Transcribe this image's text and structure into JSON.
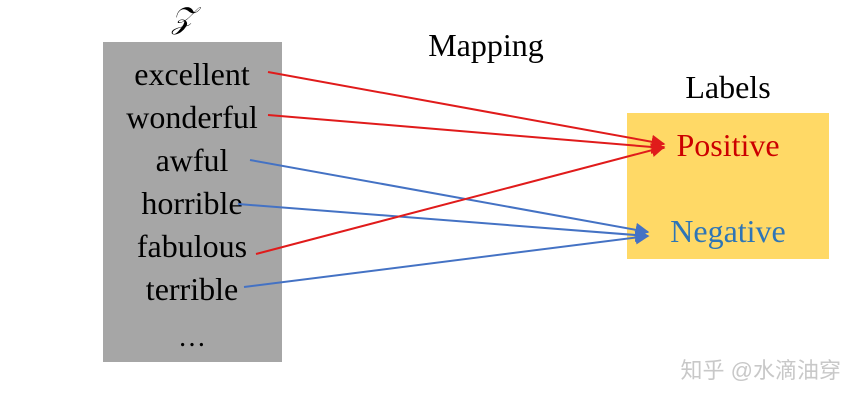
{
  "vocab_symbol": "𝒵",
  "mapping_title": "Mapping",
  "labels_title": "Labels",
  "words": [
    "excellent",
    "wonderful",
    "awful",
    "horrible",
    "fabulous",
    "terrible"
  ],
  "ellipsis": "…",
  "labels": {
    "positive": "Positive",
    "negative": "Negative"
  },
  "mapping": {
    "excellent": "positive",
    "wonderful": "positive",
    "awful": "negative",
    "horrible": "negative",
    "fabulous": "positive",
    "terrible": "negative"
  },
  "colors": {
    "vocab_box": "#a6a6a6",
    "label_box": "#ffd966",
    "positive": "#cc0000",
    "negative": "#2e75b6",
    "arrow_positive": "#e01b1b",
    "arrow_negative": "#4472c4",
    "watermark": "#c8c8c8"
  },
  "watermark": "知乎 @水滴油穿"
}
